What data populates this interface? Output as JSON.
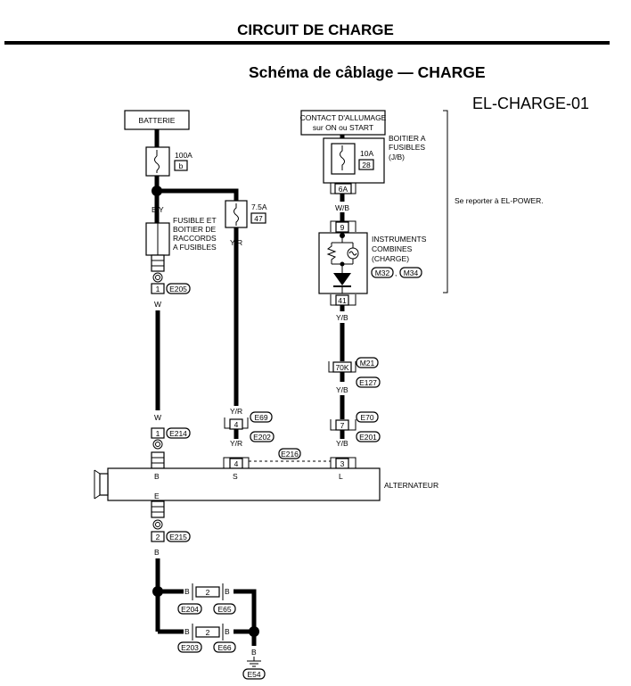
{
  "header": {
    "title": "CIRCUIT DE CHARGE",
    "subtitle": "Schéma de câblage — CHARGE",
    "code": "EL-CHARGE-01"
  },
  "components": {
    "battery": "BATTERIE",
    "ignition_line1": "CONTACT D'ALLUMAGE",
    "ignition_line2": "sur ON ou START",
    "fuse_100": "100A",
    "fuse_100_ref": "b",
    "fuse_75": "7.5A",
    "fuse_75_ref": "47",
    "fuse_10": "10A",
    "fuse_10_ref": "28",
    "fuse_block_label": [
      "FUSIBLE ET",
      "BOITIER DE",
      "RACCORDS",
      "A FUSIBLES"
    ],
    "jb_label": [
      "BOITIER A",
      "FUSIBLES",
      "(J/B)"
    ],
    "see_ref": "Se reporter à EL-POWER.",
    "instruments_label": [
      "INSTRUMENTS",
      "COMBINES",
      "(CHARGE)"
    ],
    "instruments_conn_1": "M32",
    "instruments_conn_sep": ",",
    "instruments_conn_2": "M34",
    "alternator": "ALTERNATEUR"
  },
  "wires": {
    "by": "B/Y",
    "w": "W",
    "yr": "Y/R",
    "wb": "W/B",
    "yb": "Y/B",
    "b": "B",
    "e": "E",
    "s": "S",
    "l": "L"
  },
  "connectors": {
    "c6a": "6A",
    "c9": "9",
    "c41": "41",
    "c70k": "70K",
    "c7": "7",
    "c3": "3",
    "c4a": "4",
    "c4b": "4",
    "c1a": "1",
    "c1b": "1",
    "c2a": "2",
    "c2b": "2",
    "c2c": "2",
    "E205": "E205",
    "E214": "E214",
    "E215": "E215",
    "E69": "E69",
    "E202": "E202",
    "E216": "E216",
    "M21": "M21",
    "E127": "E127",
    "E70": "E70",
    "E201": "E201",
    "E204": "E204",
    "E65": "E65",
    "E203": "E203",
    "E66": "E66",
    "E54": "E54"
  }
}
